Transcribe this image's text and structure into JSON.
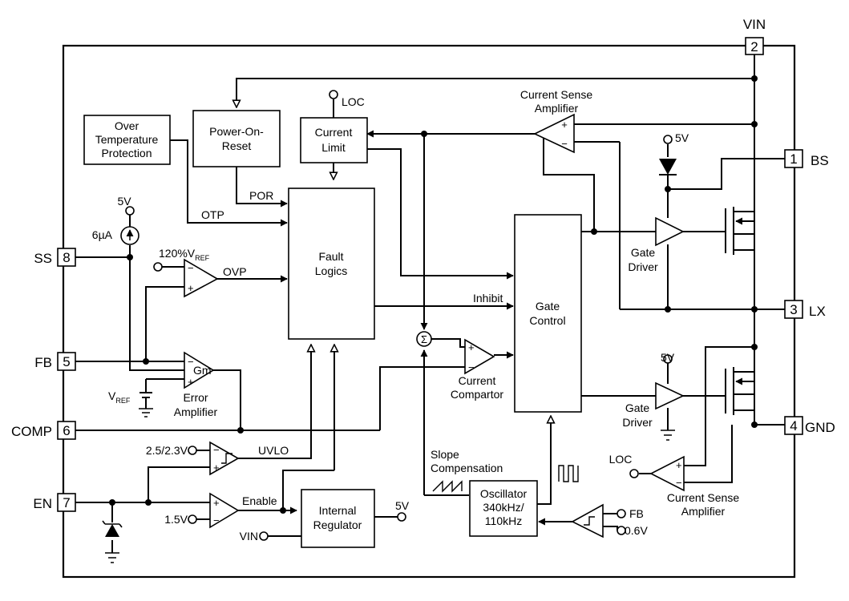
{
  "pins": {
    "vin": {
      "label": "VIN",
      "number": "2"
    },
    "bs": {
      "label": "BS",
      "number": "1"
    },
    "lx": {
      "label": "LX",
      "number": "3"
    },
    "gnd": {
      "label": "GND",
      "number": "4"
    },
    "ss": {
      "label": "SS",
      "number": "8"
    },
    "fb": {
      "label": "FB",
      "number": "5"
    },
    "comp": {
      "label": "COMP",
      "number": "6"
    },
    "en": {
      "label": "EN",
      "number": "7"
    }
  },
  "blocks": {
    "otp": {
      "line1": "Over",
      "line2": "Temperature",
      "line3": "Protection"
    },
    "por": {
      "line1": "Power-On-",
      "line2": "Reset"
    },
    "current_limit": {
      "line1": "Current",
      "line2": "Limit"
    },
    "fault_logics": {
      "line1": "Fault",
      "line2": "Logics"
    },
    "gate_control": {
      "line1": "Gate",
      "line2": "Control"
    },
    "internal_regulator": {
      "line1": "Internal",
      "line2": "Regulator"
    },
    "oscillator": {
      "line1": "Oscillator",
      "line2": "340kHz/",
      "line3": "110kHz"
    }
  },
  "labels": {
    "loc_top": "LOC",
    "loc_bottom": "LOC",
    "current_sense_amp_top_line1": "Current Sense",
    "current_sense_amp_top_line2": "Amplifier",
    "current_sense_amp_bottom_line1": "Current Sense",
    "current_sense_amp_bottom_line2": "Amplifier",
    "bs_5v": "5V",
    "ss_5v": "5V",
    "ss_current": "6µA",
    "ovp_ref": "120%V",
    "ovp_ref_sub": "REF",
    "ovp": "OVP",
    "otp_signal": "OTP",
    "por_signal": "POR",
    "inhibit": "Inhibit",
    "gate_driver_high_line1": "Gate",
    "gate_driver_high_line2": "Driver",
    "gate_driver_low_line1": "Gate",
    "gate_driver_low_line2": "Driver",
    "low_driver_5v": "5V",
    "gm": "Gm",
    "vref": "V",
    "vref_sub": "REF",
    "error_amp_line1": "Error",
    "error_amp_line2": "Amplifier",
    "current_comparator_line1": "Current",
    "current_comparator_line2": "Compartor",
    "uvlo_ref": "2.5/2.3V",
    "uvlo": "UVLO",
    "en_ref": "1.5V",
    "enable": "Enable",
    "regulator_out": "5V",
    "regulator_in": "VIN",
    "slope_comp_line1": "Slope",
    "slope_comp_line2": "Compensation",
    "fb_in": "FB",
    "fb_ref": "0.6V",
    "plus": "+",
    "minus": "−",
    "sum": "Σ"
  }
}
